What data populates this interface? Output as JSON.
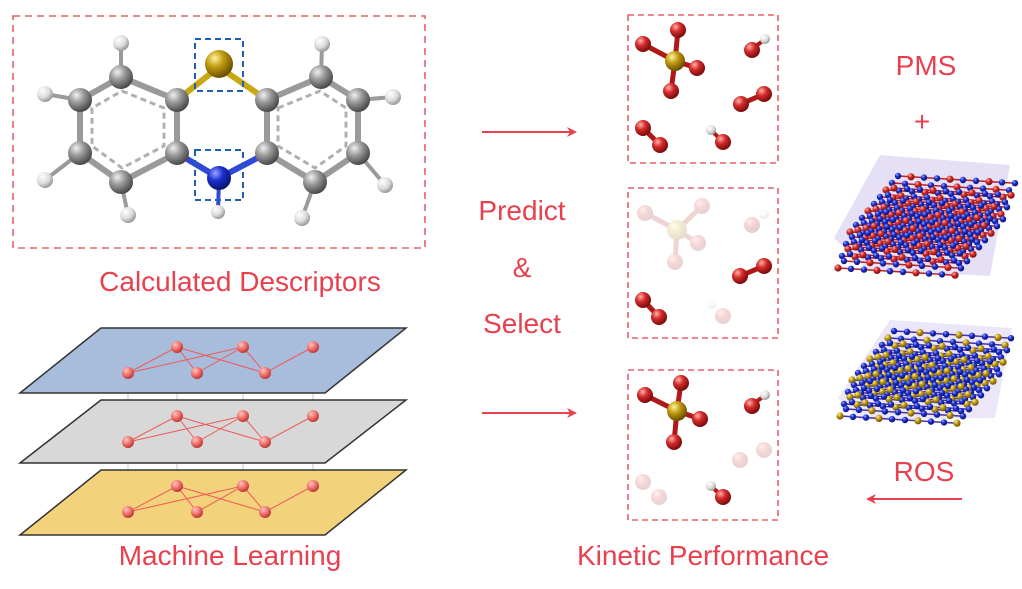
{
  "labels": {
    "calculated_descriptors": "Calculated Descriptors",
    "machine_learning": "Machine Learning",
    "predict": "Predict",
    "ampersand": "&",
    "select": "Select",
    "kinetic_performance": "Kinetic Performance",
    "pms": "PMS",
    "plus": "+",
    "ros": "ROS"
  },
  "colors": {
    "label_red": "#e8404e",
    "dashed_box_red": "#e8606c",
    "highlight_blue": "#1e5fb4",
    "carbon_grey": "#8a8a8a",
    "hydrogen_white": "#e2e2e2",
    "sulfur_gold": "#b8960c",
    "nitrogen_blue": "#1a2fd0",
    "oxygen_red": "#d32a2a",
    "ml_layer_blue": "#a8bcdc",
    "ml_layer_grey": "#d8d8d8",
    "ml_layer_yellow": "#f2d27a",
    "crystal_purple": "#5a32c8",
    "crystal_yellow": "#e8c020"
  }
}
